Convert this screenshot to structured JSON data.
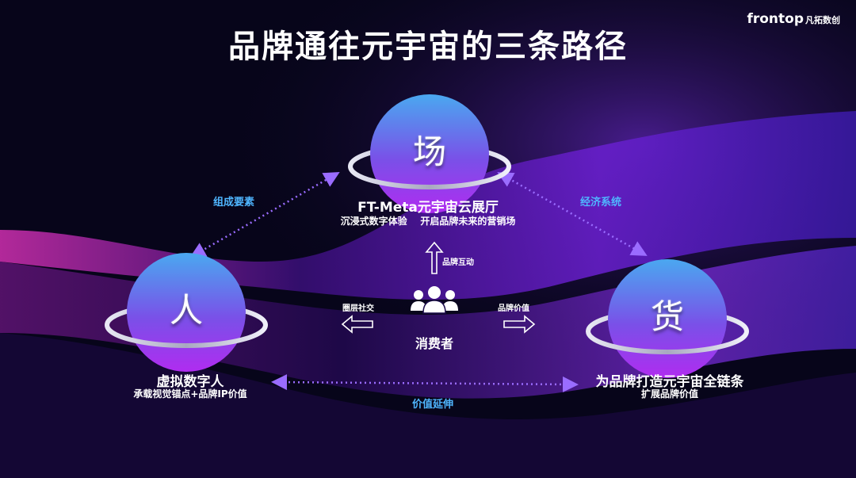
{
  "title": "品牌通往元宇宙的三条路径",
  "logo": {
    "brand": "frontop",
    "brand_cn": "凡拓数创"
  },
  "nodes": {
    "top": {
      "glyph": "场",
      "title": "FT-Meta元宇宙云展厅",
      "subtitle": "沉浸式数字体验    开启品牌未来的营销场"
    },
    "left": {
      "glyph": "人",
      "title": "虚拟数字人",
      "subtitle": "承载视觉锚点+品牌IP价值"
    },
    "right": {
      "glyph": "货",
      "title": "为品牌打造元宇宙全链条",
      "subtitle": "扩展品牌价值"
    }
  },
  "edges": {
    "left_top": "组成要素",
    "top_right": "经济系统",
    "left_right": "价值延伸"
  },
  "center": {
    "label": "消费者",
    "up": "品牌互动",
    "left": "圈层社交",
    "right": "品牌价值"
  },
  "colors": {
    "edge_label": "#4fb6ff",
    "dotted_line": "#8a5cff",
    "planet_top": "#4aa8f0",
    "planet_bottom": "#b02cf0"
  }
}
